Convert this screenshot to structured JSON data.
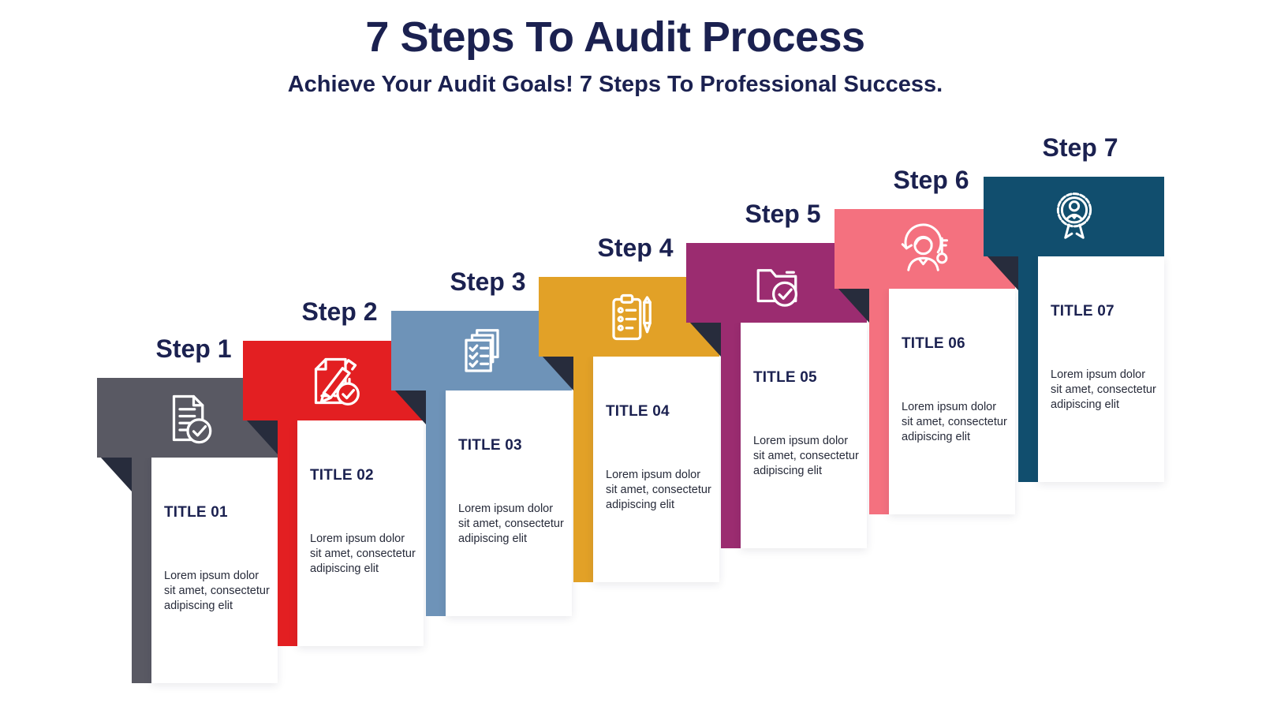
{
  "header": {
    "title": "7 Steps To Audit Process",
    "subtitle": "Achieve Your Audit Goals! 7 Steps To Professional Success."
  },
  "colors": {
    "heading": "#1b2150",
    "body_text": "#272b3a",
    "fold_shadow": "#272c3c",
    "background": "#ffffff"
  },
  "steps": [
    {
      "label": "Step 1",
      "title": "TITLE 01",
      "body": "Lorem ipsum dolor sit amet, consectetur adipiscing elit",
      "color": "#595963",
      "icon": "document-check-icon"
    },
    {
      "label": "Step 2",
      "title": "TITLE 02",
      "body": "Lorem ipsum dolor sit amet, consectetur adipiscing elit",
      "color": "#e31f22",
      "icon": "edit-document-icon"
    },
    {
      "label": "Step 3",
      "title": "TITLE 03",
      "body": "Lorem ipsum dolor sit amet, consectetur adipiscing elit",
      "color": "#6e93b8",
      "icon": "documents-stack-icon"
    },
    {
      "label": "Step 4",
      "title": "TITLE 04",
      "body": "Lorem ipsum dolor sit amet, consectetur adipiscing elit",
      "color": "#e2a127",
      "icon": "clipboard-pen-icon"
    },
    {
      "label": "Step 5",
      "title": "TITLE 05",
      "body": "Lorem ipsum dolor sit amet, consectetur adipiscing elit",
      "color": "#9b2c70",
      "icon": "folder-check-icon"
    },
    {
      "label": "Step 6",
      "title": "TITLE 06",
      "body": "Lorem ipsum dolor sit amet, consectetur adipiscing elit",
      "color": "#f4717f",
      "icon": "person-key-icon"
    },
    {
      "label": "Step 7",
      "title": "TITLE 07",
      "body": "Lorem ipsum dolor sit amet, consectetur adipiscing elit",
      "color": "#114e6e",
      "icon": "award-badge-icon"
    }
  ]
}
